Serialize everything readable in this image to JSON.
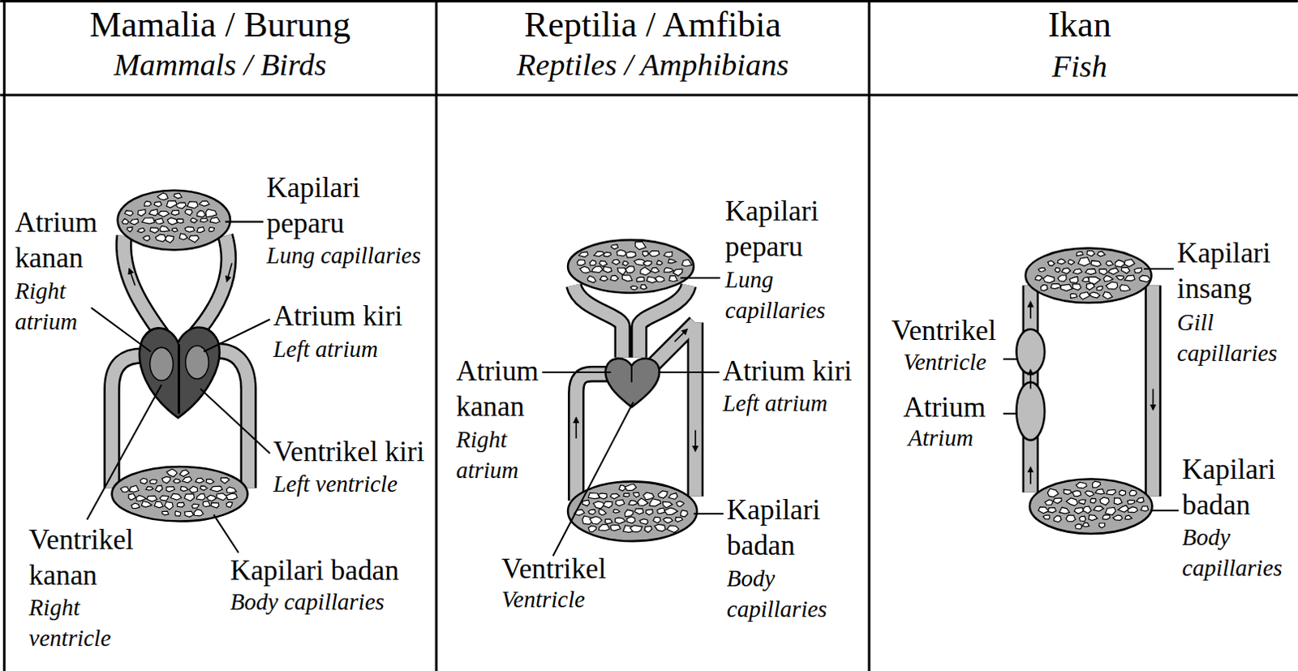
{
  "diagram": {
    "labels": [
      "Mamalia / Burung",
      "Mammals / Birds",
      "Reptilia / Amfibia",
      "Reptiles / Amphibians",
      "Ikan",
      "Fish",
      "Atrium kanan",
      "Right atrium",
      "Kapilari peparu",
      "Lung capillaries",
      "Atrium kiri",
      "Left atrium",
      "Ventrikel kiri",
      "Left ventricle",
      "Ventrikel kanan",
      "Right ventricle",
      "Kapilari badan",
      "Body capillaries",
      "Kapilari peparu",
      "Lung capillaries",
      "Atrium kanan",
      "Right atrium",
      "Atrium kiri",
      "Left atrium",
      "Ventrikel",
      "Ventricle",
      "Kapilari badan",
      "Body capillaries",
      "Ventrikel",
      "Ventricle",
      "Atrium",
      "Atrium",
      "Kapilari insang",
      "Gill capillaries",
      "Kapilari badan",
      "Body capillaries"
    ]
  }
}
